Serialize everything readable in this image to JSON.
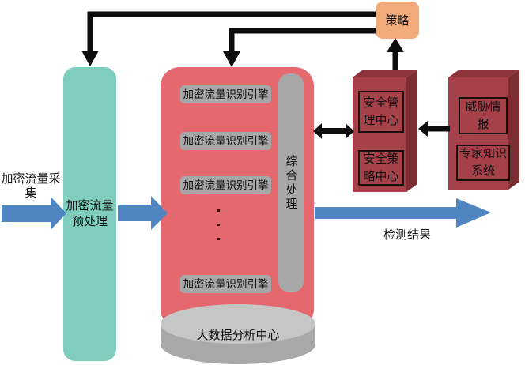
{
  "diagram": {
    "source_label": "加密流量采集",
    "preprocess_label": "加密流量预处理",
    "engines": [
      "加密流量识别引擎",
      "加密流量识别引擎",
      "加密流量识别引擎",
      "加密流量识别引擎"
    ],
    "ellipsis": "···",
    "integrated_label": "综合处理",
    "bigdata_label": "大数据分析中心",
    "policy_label": "策略",
    "security_mgmt_label": "安全管理中心",
    "security_policy_label": "安全策略中心",
    "threat_intel_label": "威胁情报",
    "expert_label": "专家知识系统",
    "result_label": "检测结果"
  },
  "colors": {
    "teal": "#7ECDBF",
    "pink": "#E5686F",
    "gray_box": "#A7A7A7",
    "cylinder_top": "#C6C6C6",
    "cylinder_body": "#A8A8A8",
    "peach": "#F2AA7B",
    "darkred_front": "#A6414A",
    "darkred_side": "#7B2D33",
    "darkred_top": "#8E353C",
    "arrow_blue": "#4F86C2",
    "arrow_black": "#0d0d0d"
  }
}
